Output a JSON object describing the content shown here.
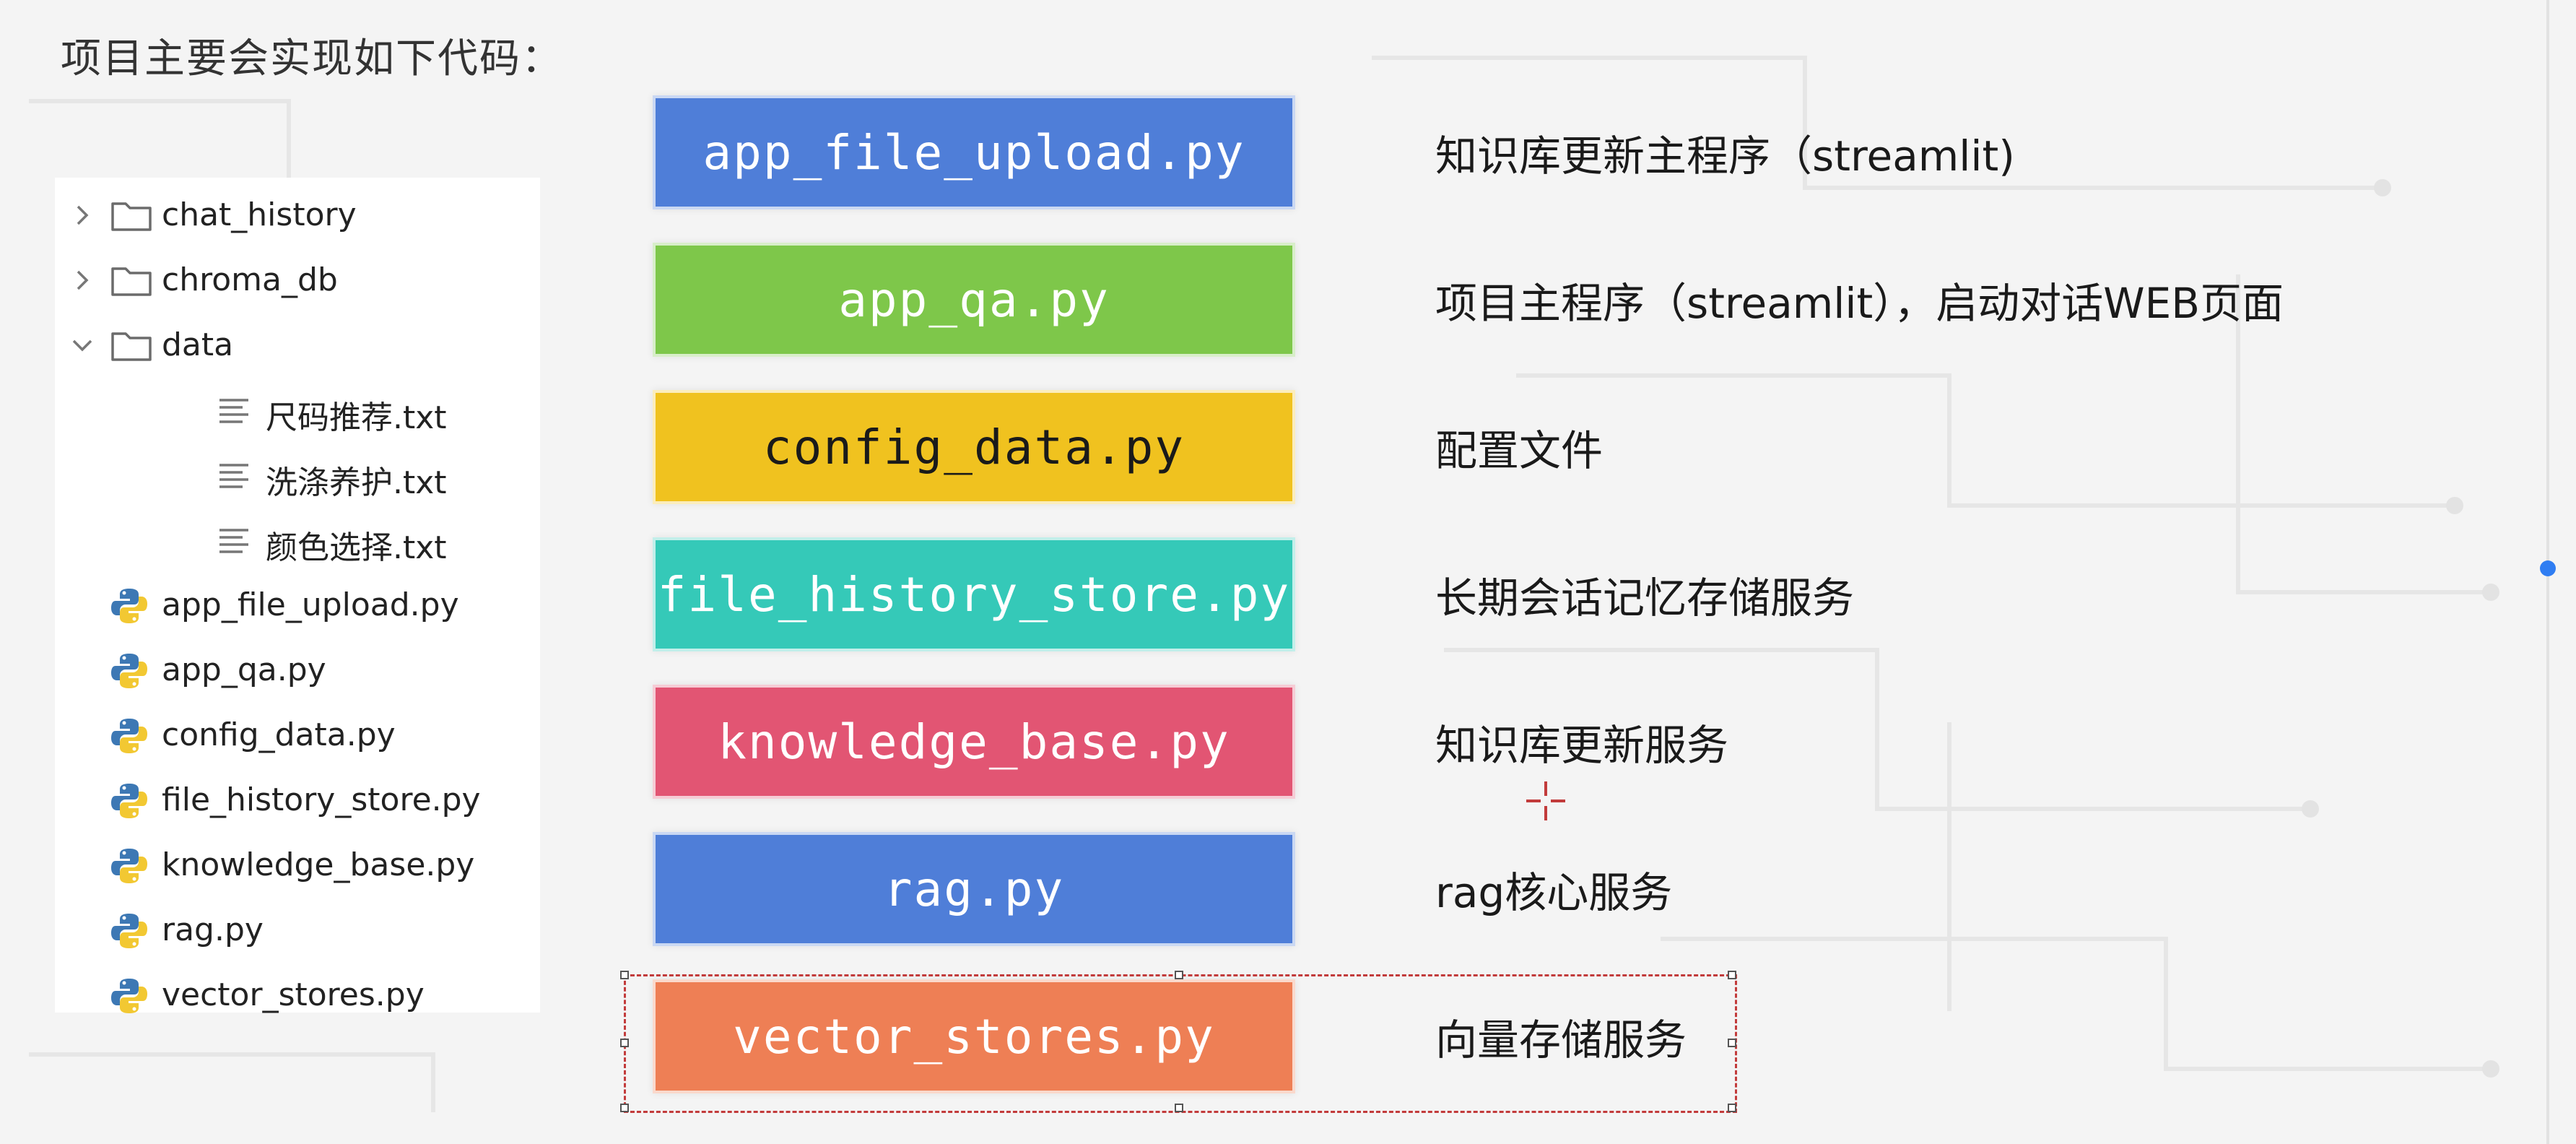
{
  "heading": "项目主要会实现如下代码：",
  "file_tree": {
    "items": [
      {
        "label": "chat_history",
        "kind": "folder",
        "expanded": false
      },
      {
        "label": "chroma_db",
        "kind": "folder",
        "expanded": false
      },
      {
        "label": "data",
        "kind": "folder",
        "expanded": true
      },
      {
        "label": "尺码推荐.txt",
        "kind": "text"
      },
      {
        "label": "洗涤养护.txt",
        "kind": "text"
      },
      {
        "label": "颜色选择.txt",
        "kind": "text"
      },
      {
        "label": "app_file_upload.py",
        "kind": "python"
      },
      {
        "label": "app_qa.py",
        "kind": "python"
      },
      {
        "label": "config_data.py",
        "kind": "python"
      },
      {
        "label": "file_history_store.py",
        "kind": "python"
      },
      {
        "label": "knowledge_base.py",
        "kind": "python"
      },
      {
        "label": "rag.py",
        "kind": "python"
      },
      {
        "label": "vector_stores.py",
        "kind": "python"
      }
    ]
  },
  "modules": [
    {
      "file": "app_file_upload.py",
      "desc": "知识库更新主程序（streamlit)",
      "color": "#4f7ed8",
      "text_color": "#ffffff"
    },
    {
      "file": "app_qa.py",
      "desc": "项目主程序（streamlit），启动对话WEB页面",
      "color": "#7ec74a",
      "text_color": "#ffffff"
    },
    {
      "file": "config_data.py",
      "desc": "配置文件",
      "color": "#f0c21f",
      "text_color": "#1a1a1a"
    },
    {
      "file": "file_history_store.py",
      "desc": "长期会话记忆存储服务",
      "color": "#35c9b8",
      "text_color": "#ffffff"
    },
    {
      "file": "knowledge_base.py",
      "desc": "知识库更新服务",
      "color": "#e25573",
      "text_color": "#ffffff"
    },
    {
      "file": "rag.py",
      "desc": "rag核心服务",
      "color": "#4f7ed8",
      "text_color": "#ffffff"
    },
    {
      "file": "vector_stores.py",
      "desc": "向量存储服务",
      "color": "#ee7f55",
      "text_color": "#ffffff"
    }
  ],
  "icons": {
    "chevron": "chevron-icon",
    "folder": "folder-icon",
    "text_file": "text-file-icon",
    "python_file": "python-file-icon",
    "crosshair": "crosshair-icon"
  },
  "colors": {
    "background": "#f4f4f4",
    "selection_border": "#c23b3b",
    "scroll_indicator": "#2f7df2"
  }
}
